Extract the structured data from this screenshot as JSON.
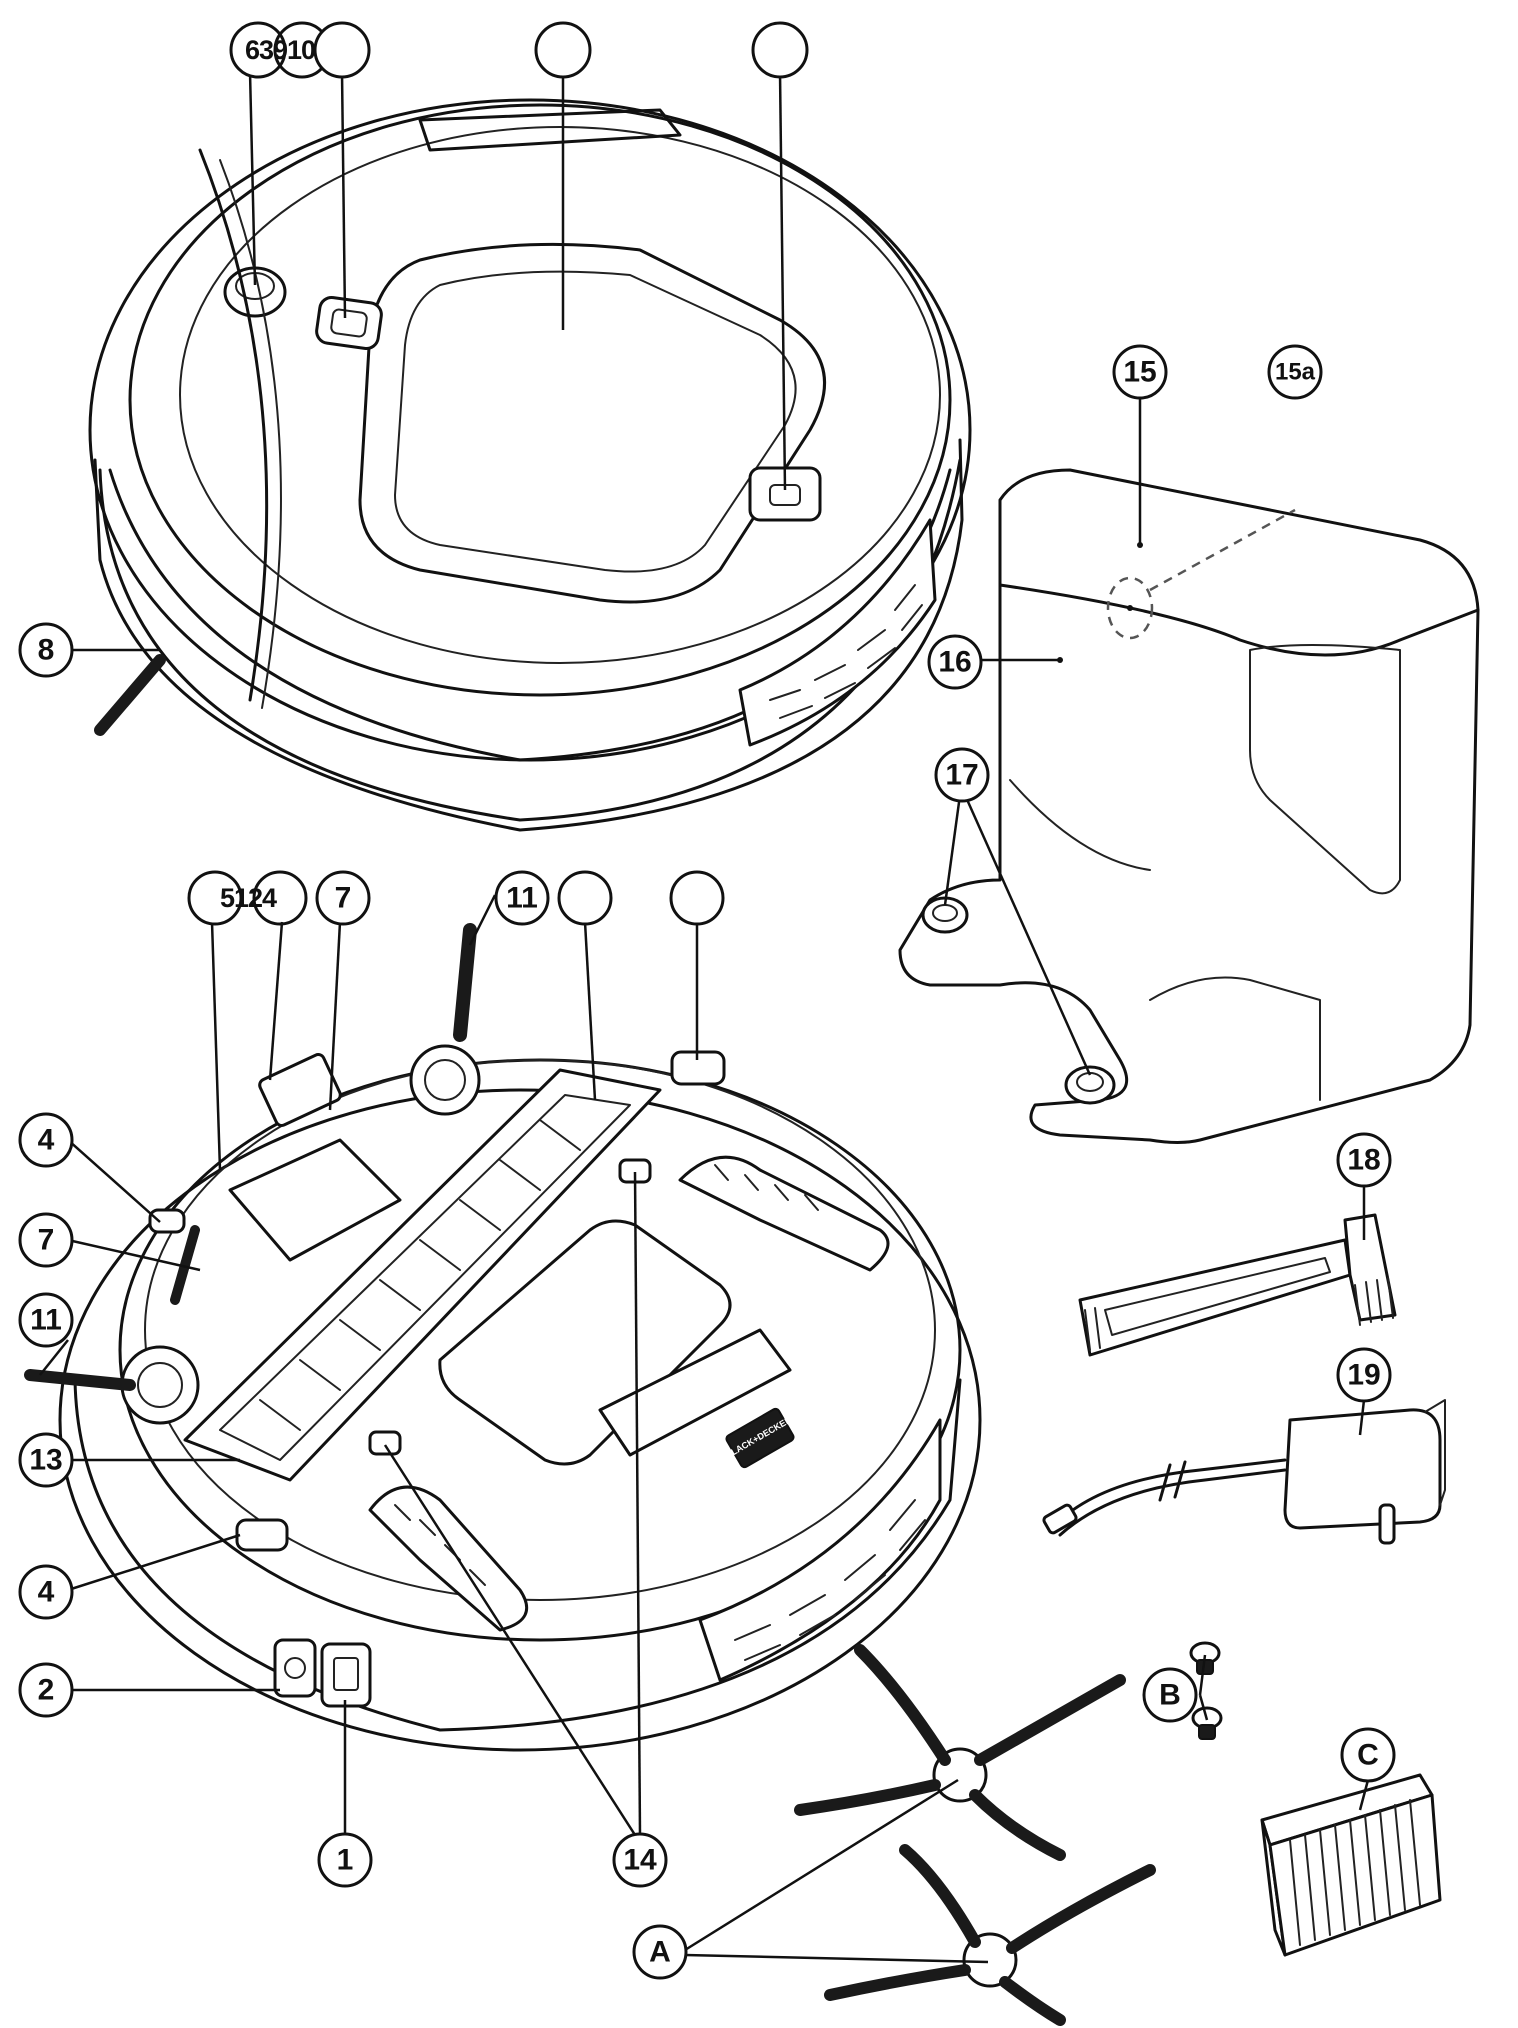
{
  "labels": {
    "l_63910": "63910",
    "l_10_top": "",
    "l_top_blank2": "",
    "l_8": "8",
    "l_15": "15",
    "l_15a": "15a",
    "l_16": "16",
    "l_17": "17",
    "l_5124": "5124",
    "l_7_top": "7",
    "l_11_top": "11",
    "l_blank_under1": "",
    "l_blank_under2": "",
    "l_4_upper": "4",
    "l_7_left": "7",
    "l_11_left": "11",
    "l_13": "13",
    "l_4_lower": "4",
    "l_2": "2",
    "l_1": "1",
    "l_14": "14",
    "l_18": "18",
    "l_19": "19",
    "l_A": "A",
    "l_B": "B",
    "l_C": "C"
  },
  "brand_badge": "BLACK+DECKER",
  "colors": {
    "line": "#111111",
    "fill": "#ffffff"
  }
}
